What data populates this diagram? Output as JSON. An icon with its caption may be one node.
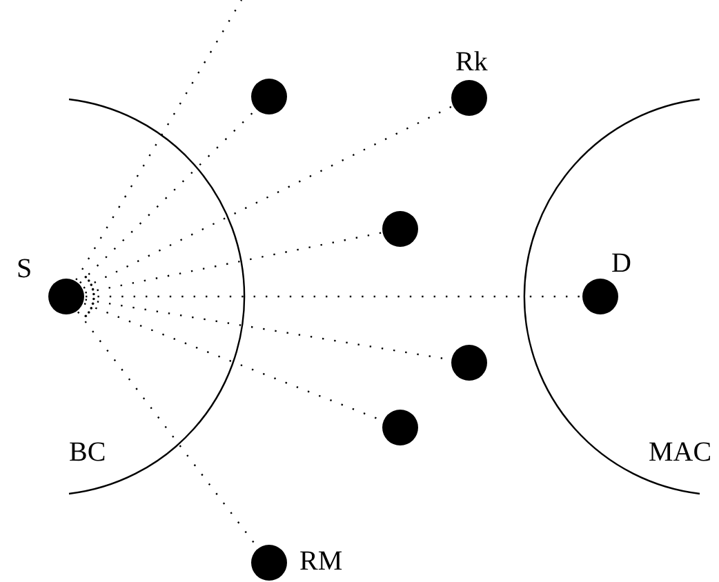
{
  "diagram": {
    "nodes": [
      {
        "text": [],
        "shape": "circle"
      },
      {
        "text": [
          "Rk"
        ]
      },
      {
        "text": [],
        "shape": "circle"
      },
      {
        "text": [
          "S"
        ]
      },
      {
        "text": [
          "D"
        ]
      },
      {
        "text": [],
        "shape": "circle"
      },
      {
        "text": [],
        "shape": "circle"
      },
      {
        "text": [
          "RM"
        ]
      }
    ],
    "edges": [
      {
        "from": 3,
        "to": null,
        "arrow": "none"
      },
      {
        "from": 3,
        "to": 0,
        "arrow": "none"
      },
      {
        "from": 3,
        "to": 1,
        "arrow": "none"
      },
      {
        "from": 3,
        "to": 2,
        "arrow": "none"
      },
      {
        "from": 3,
        "to": 4,
        "arrow": "none"
      },
      {
        "from": 3,
        "to": 5,
        "arrow": "none"
      },
      {
        "from": 3,
        "to": 6,
        "arrow": "none"
      },
      {
        "from": 3,
        "to": 7,
        "arrow": "none"
      }
    ],
    "labels": [
      "BC",
      "MAC"
    ]
  }
}
